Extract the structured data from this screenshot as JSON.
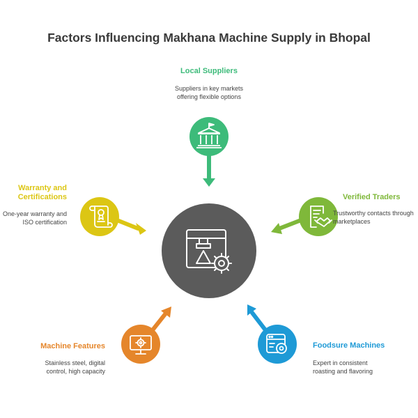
{
  "title": "Factors Influencing Makhana Machine Supply in Bhopal",
  "colors": {
    "center": "#5b5b5b",
    "local": "#3dbb7a",
    "verified": "#7fb83a",
    "foodsure": "#1e9ad6",
    "features": "#e5862b",
    "warranty": "#dcc614"
  },
  "nodes": {
    "local": {
      "label": "Local Suppliers",
      "desc": "Suppliers in key markets offering flexible options",
      "icon": "market-building-icon"
    },
    "verified": {
      "label": "Verified Traders",
      "desc": "Trustworthy contacts through marketplaces",
      "icon": "contract-handshake-icon"
    },
    "foodsure": {
      "label": "Foodsure Machines",
      "desc": "Expert in consistent roasting and flavoring",
      "icon": "browser-settings-icon"
    },
    "features": {
      "label": "Machine Features",
      "desc": "Stainless steel, digital control, high capacity",
      "icon": "monitor-gear-icon"
    },
    "warranty": {
      "label": "Warranty and Certifications",
      "desc": "One-year warranty and ISO certification",
      "icon": "certificate-scroll-icon"
    }
  },
  "center": {
    "icon": "machine-gear-icon"
  }
}
